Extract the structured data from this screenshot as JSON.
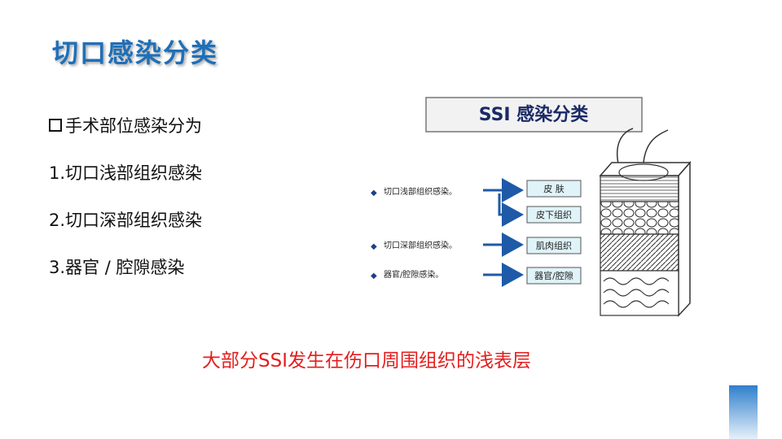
{
  "title": "切口感染分类",
  "bullets": {
    "intro": "手术部位感染分为",
    "items": [
      "1.切口浅部组织感染",
      "2.切口深部组织感染",
      "3.器官 / 腔隙感染"
    ]
  },
  "figure": {
    "header": "SSI 感染分类",
    "categories": [
      "切口浅部组织感染。",
      "切口深部组织感染。",
      "器官/腔隙感染。"
    ],
    "layers": [
      "皮  肤",
      "皮下组织",
      "肌肉组织",
      "器官/腔隙"
    ]
  },
  "note": "大部分SSI发生在伤口周围组织的浅表层",
  "colors": {
    "title": "#1f6fb8",
    "note": "#e41e1e",
    "box": "#dff3f8"
  }
}
